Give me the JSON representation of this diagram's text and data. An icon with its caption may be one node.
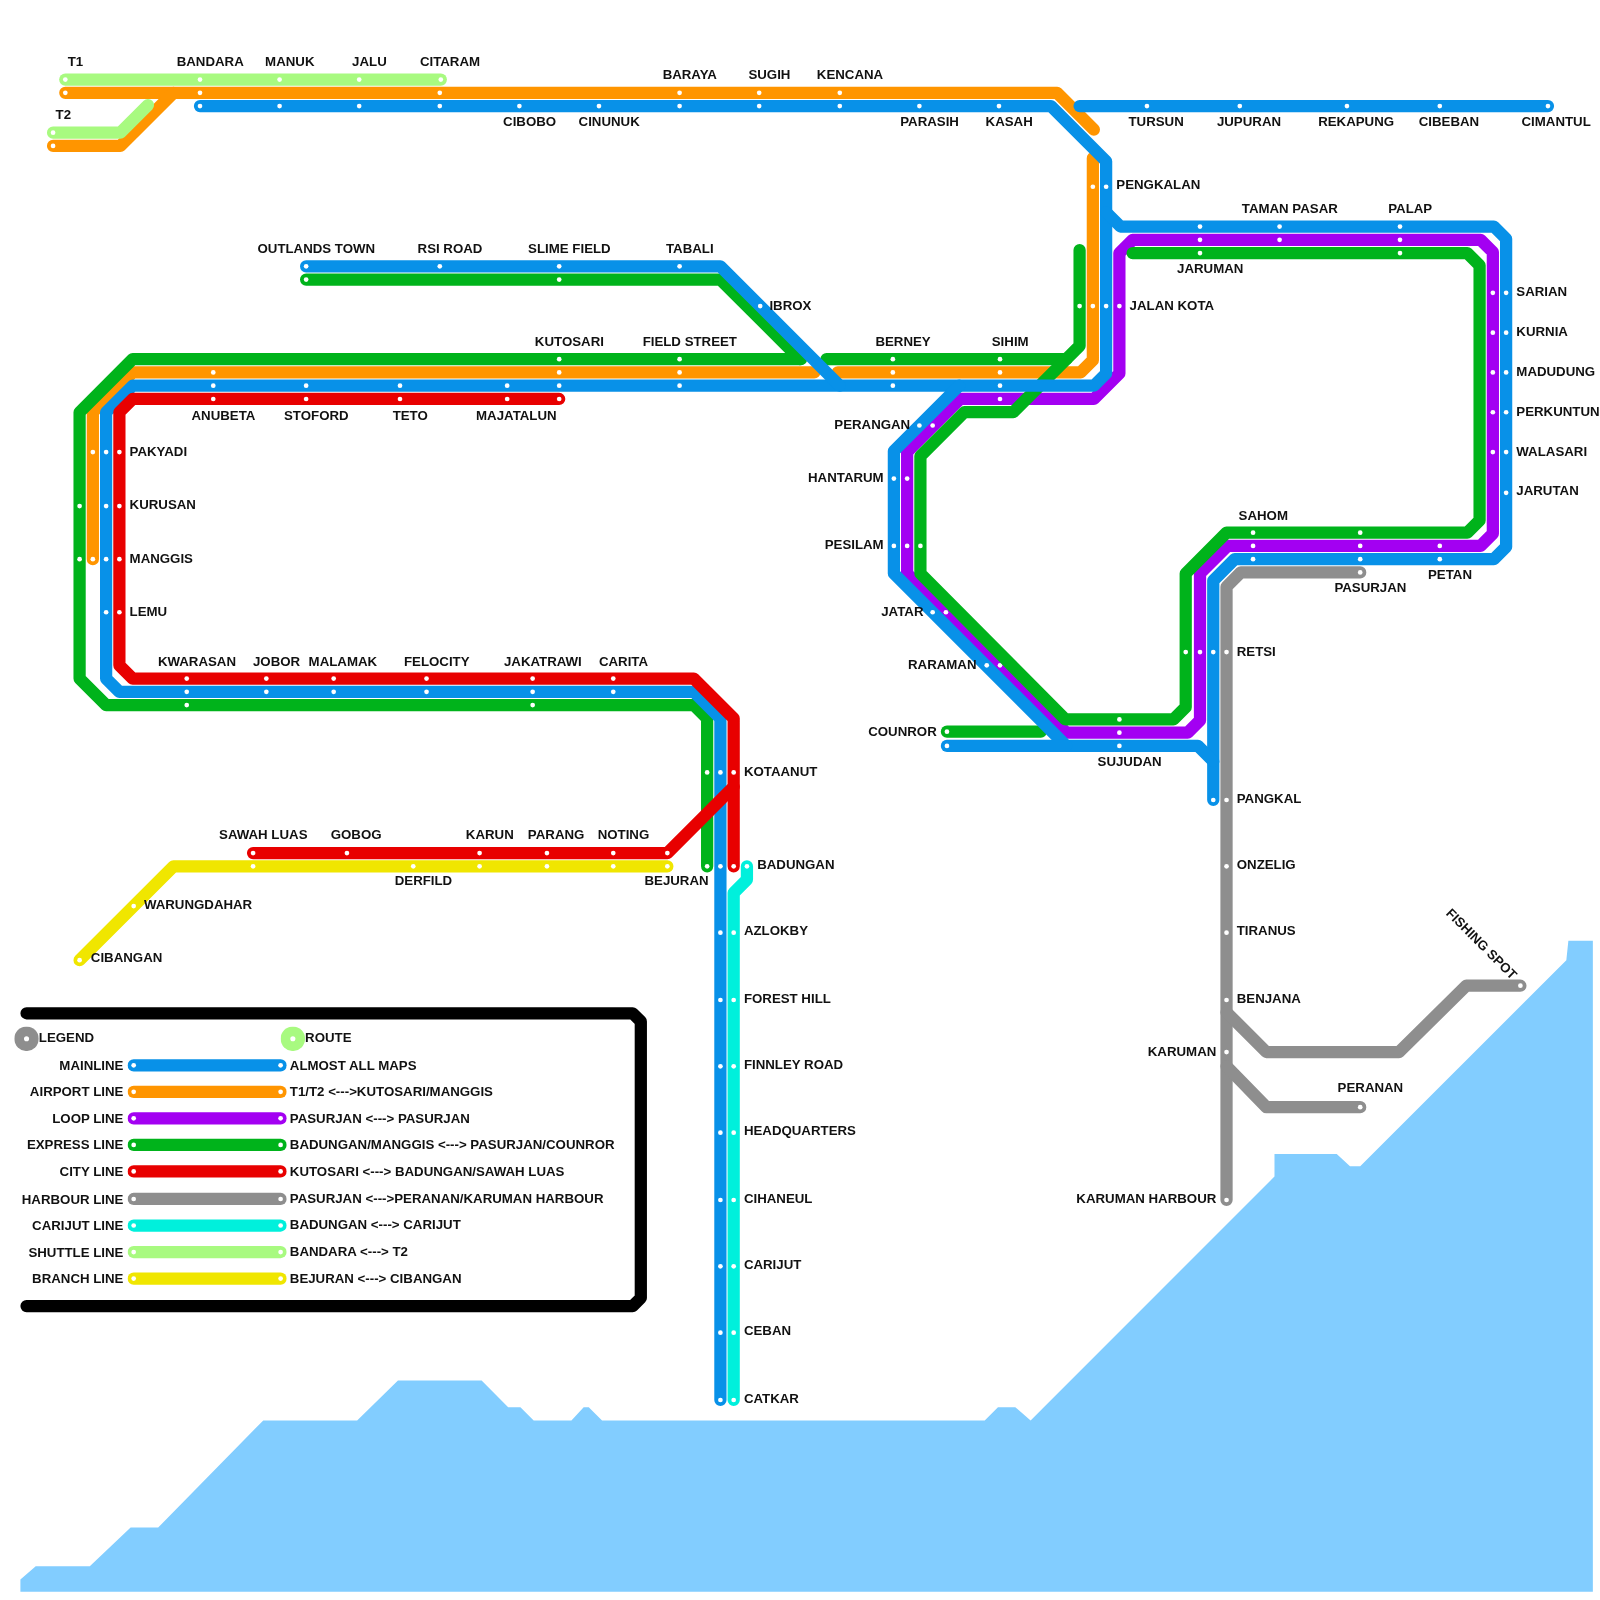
{
  "diagram": {
    "labels": [
      "T1",
      "BANDARA",
      "MANUK",
      "JALU",
      "CITARAM",
      "BARAYA",
      "SUGIH",
      "KENCANA",
      "T2",
      "CIBOBO",
      "CINUNUK",
      "PARASIH",
      "KASAH",
      "TURSUN",
      "JUPURAN",
      "REKAPUNG",
      "CIBEBAN",
      "CIMANTUL",
      "PENGKALAN",
      "TAMAN PASAR",
      "PALAP",
      "OUTLANDS TOWN",
      "RSI ROAD",
      "SLIME FIELD",
      "TABALI",
      "JARUMAN",
      "SARIAN",
      "IBROX",
      "JALAN KOTA",
      "KURNIA",
      "KUTOSARI",
      "FIELD STREET",
      "BERNEY",
      "SIHIM",
      "MADUDUNG",
      "PERKUNTUN",
      "ANUBETA",
      "STOFORD",
      "TETO",
      "MAJATALUN",
      "PERANGAN",
      "PAKYADI",
      "WALASARI",
      "HANTARUM",
      "JARUTAN",
      "KURUSAN",
      "SAHOM",
      "PESILAM",
      "MANGGIS",
      "PETAN",
      "PASURJAN",
      "LEMU",
      "JATAR",
      "RETSI",
      "KWARASAN",
      "JOBOR",
      "MALAMAK",
      "FELOCITY",
      "JAKATRAWI",
      "CARITA",
      "RARAMAN",
      "COUNROR",
      "SUJUDAN",
      "KOTAANUT",
      "PANGKAL",
      "SAWAH LUAS",
      "GOBOG",
      "KARUN",
      "PARANG",
      "NOTING",
      "BADUNGAN",
      "ONZELIG",
      "DERFILD",
      "BEJURAN",
      "WARUNGDAHAR",
      "AZLOKBY",
      "TIRANUS",
      "FISHING SPOT",
      "CIBANGAN",
      "FOREST HILL",
      "BENJANA",
      "KARUMAN",
      "FINNLEY ROAD",
      "PERANAN",
      "HEADQUARTERS",
      "CIHANEUL",
      "KARUMAN HARBOUR",
      "CARIJUT",
      "CEBAN",
      "CATKAR",
      "LEGEND",
      "ROUTE",
      "ALMOST ALL MAPS",
      "T1/T2 <--->KUTOSARI/MANGGIS",
      "PASURJAN <---> PASURJAN",
      "BADUNGAN/MANGGIS <---> PASURJAN/COUNROR",
      "KUTOSARI <---> BADUNGAN/SAWAH LUAS",
      "PASURJAN <--->PERANAN/KARUMAN HARBOUR",
      "BADUNGAN <---> CARIJUT",
      "BANDARA <---> T2",
      "BEJURAN <---> CIBANGAN"
    ],
    "legend": [
      {
        "text": "MAINLINE",
        "color": "#0891e8"
      },
      {
        "text": "AIRPORT LINE",
        "color": "#ff9500"
      },
      {
        "text": "LOOP LINE",
        "color": "#a300f2"
      },
      {
        "text": "EXPRESS LINE",
        "color": "#00b31b"
      },
      {
        "text": "CITY LINE",
        "color": "#e80000"
      },
      {
        "text": "HARBOUR LINE",
        "color": "#8e8e8e"
      },
      {
        "text": "CARIJUT LINE",
        "color": "#00f0dc"
      },
      {
        "text": "SHUTTLE LINE",
        "color": "#a8fa80"
      },
      {
        "text": "BRANCH LINE",
        "color": "#f0e600"
      }
    ]
  }
}
